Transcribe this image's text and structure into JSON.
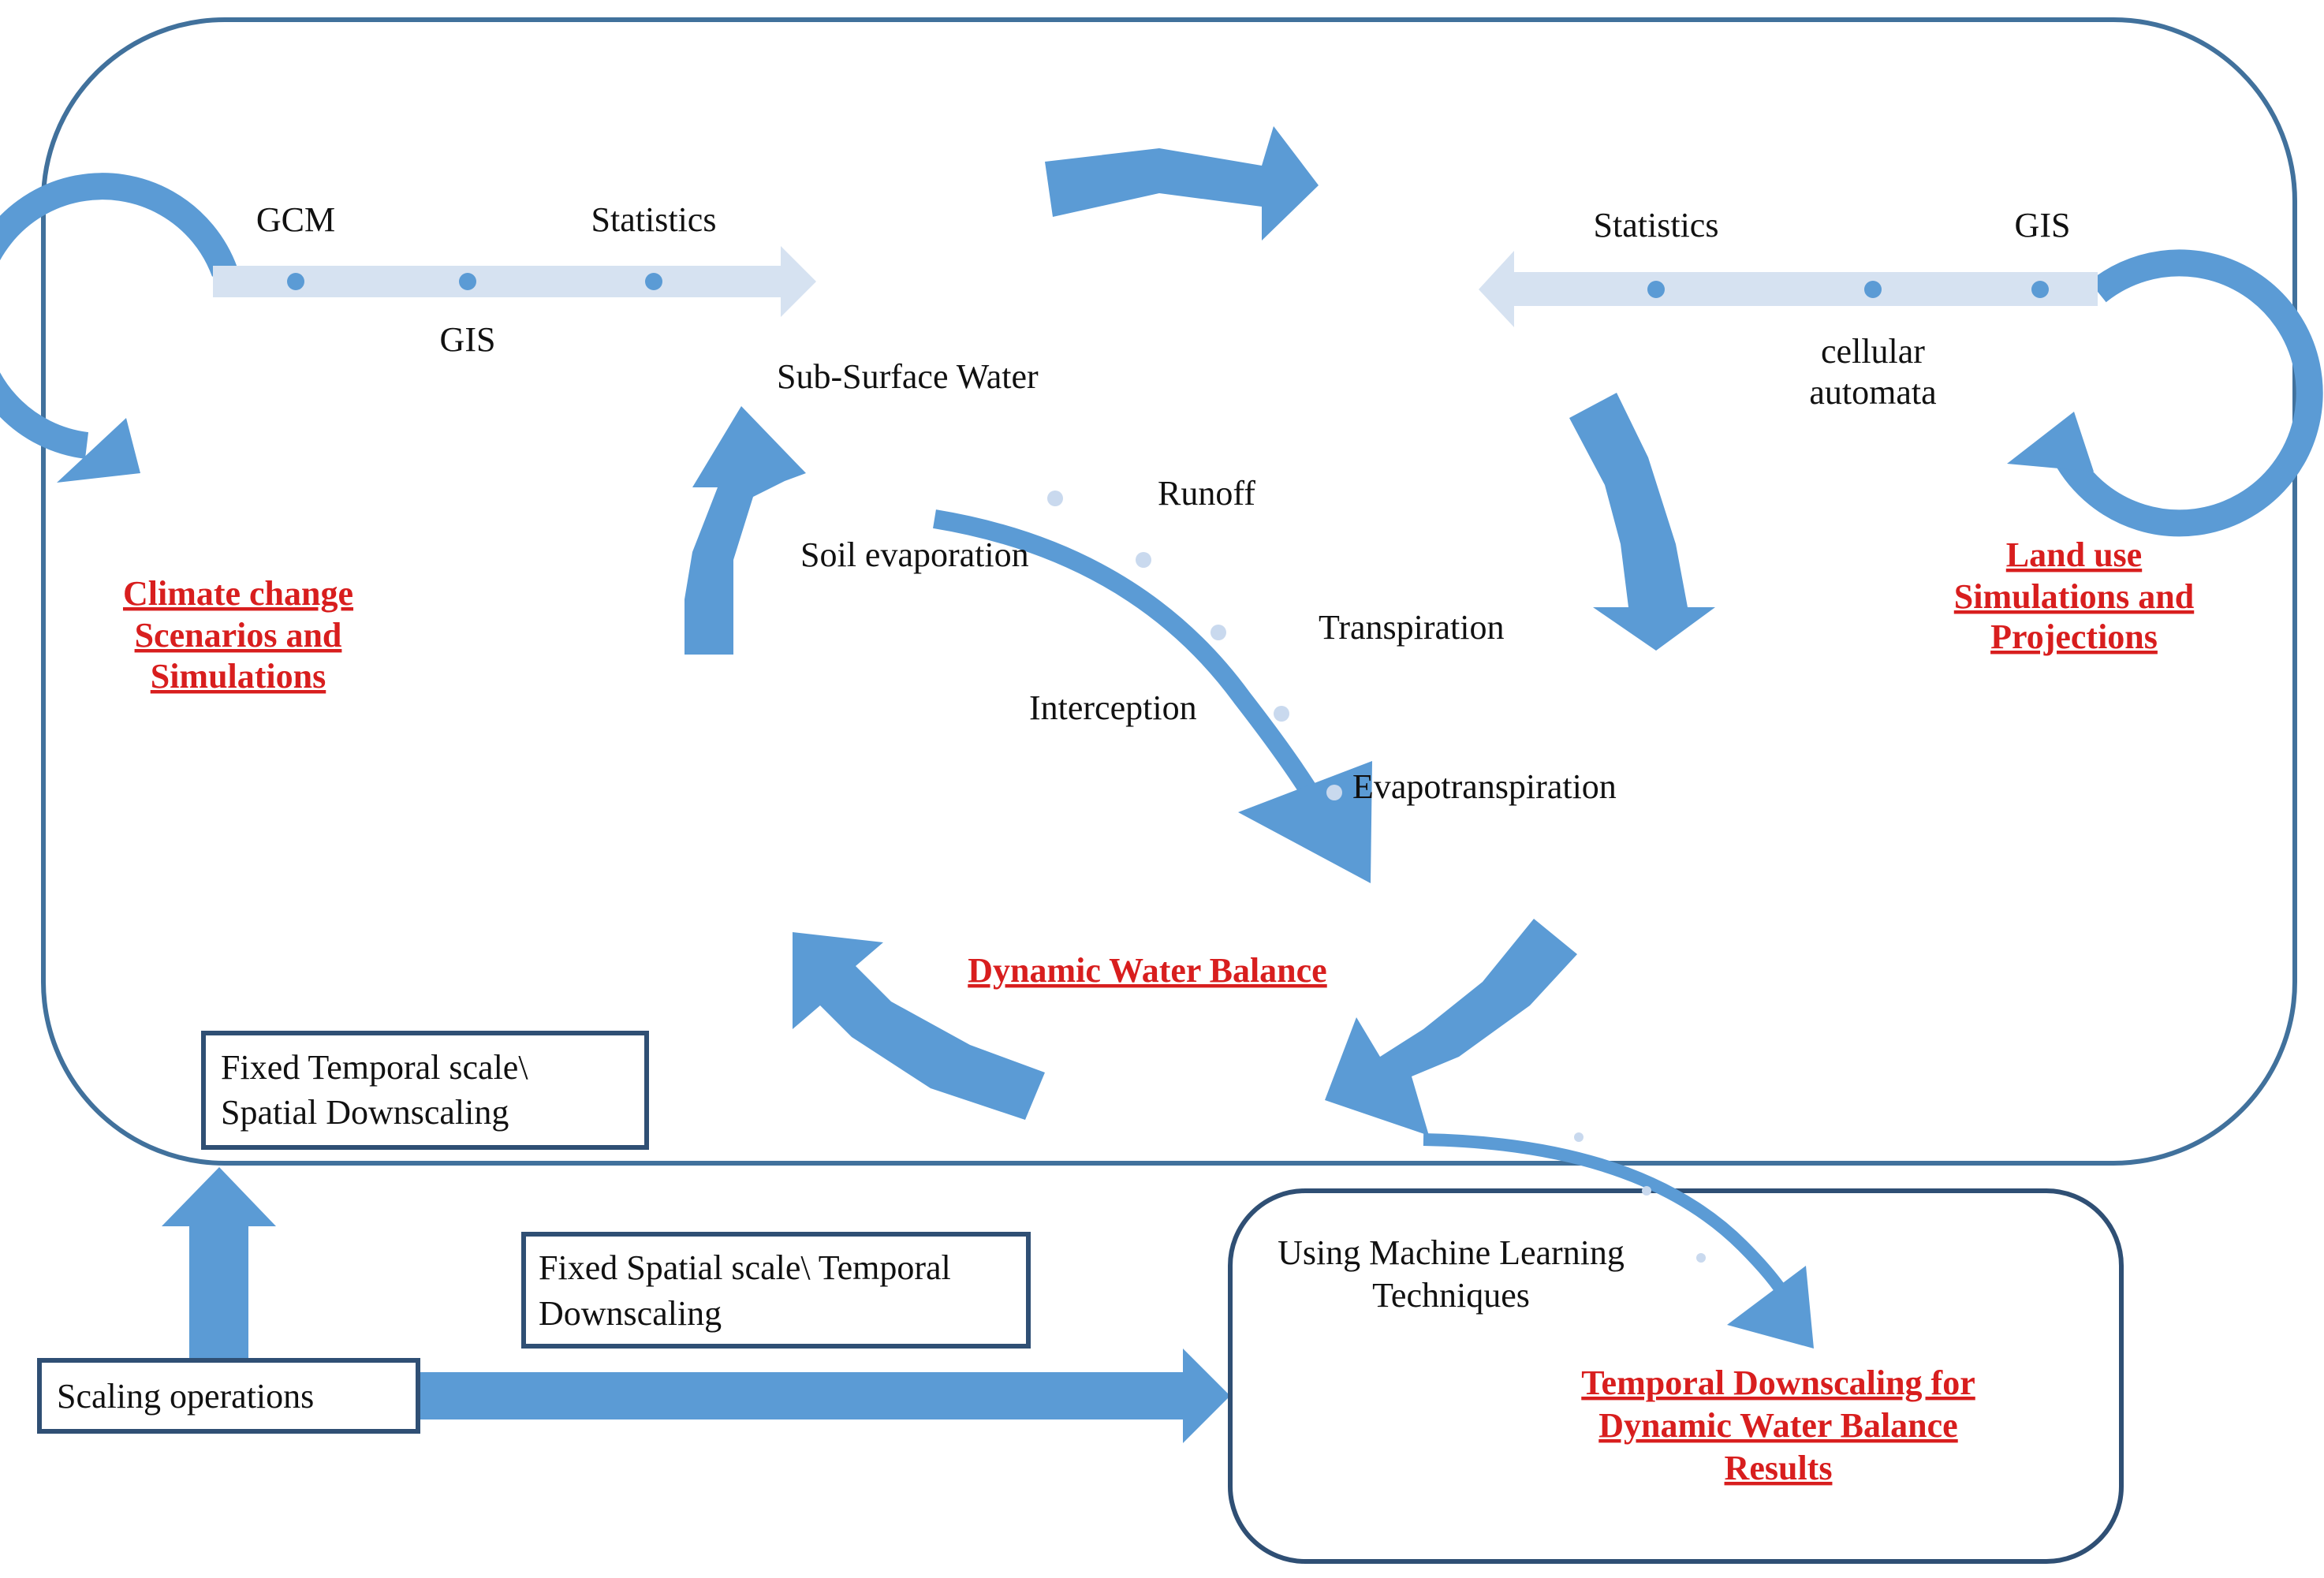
{
  "colors": {
    "arrow": "#5b9bd5",
    "light_arrow": "#d6e2f1",
    "outline": "#41719c",
    "accent_red": "#d81e1e",
    "dot": "#5b9bd5",
    "dot_light": "#c9d9ee"
  },
  "climate": {
    "tools": [
      "GCM",
      "GIS",
      "Statistics"
    ],
    "title_lines": [
      "Climate change",
      "Scenarios and",
      "Simulations"
    ]
  },
  "landuse": {
    "tools": [
      "Statistics",
      "cellular",
      "automata",
      "GIS"
    ],
    "title_lines": [
      "Land use",
      "Simulations and",
      "Projections"
    ]
  },
  "water": {
    "components": [
      "Sub-Surface Water",
      "Runoff",
      "Soil evaporation",
      "Transpiration",
      "Interception",
      "Evapotranspiration"
    ],
    "title": "Dynamic Water Balance"
  },
  "boxes": {
    "fixed_temporal": [
      "Fixed Temporal scale\\",
      "Spatial  Downscaling"
    ],
    "fixed_spatial": [
      "Fixed Spatial scale\\ Temporal",
      "Downscaling"
    ],
    "scaling": "Scaling operations"
  },
  "ml": {
    "technique_lines": [
      "Using Machine Learning",
      "Techniques"
    ],
    "result_lines": [
      "Temporal Downscaling for",
      "Dynamic Water Balance",
      "Results"
    ]
  }
}
